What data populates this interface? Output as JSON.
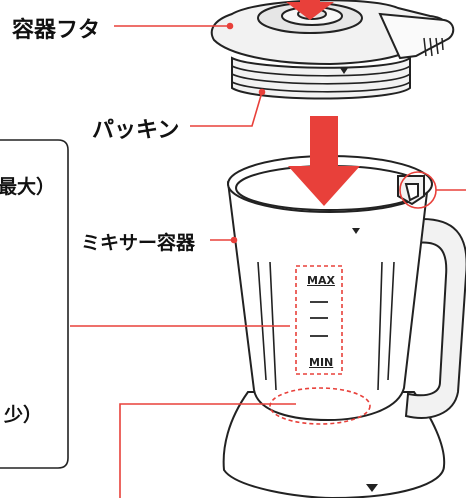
{
  "labels": {
    "lid": "容器フタ",
    "gasket": "パッキン",
    "jar": "ミキサー容器",
    "left_top_fragment": "最大）",
    "left_bottom_fragment": "少）"
  },
  "gauge": {
    "max": "MAX",
    "min": "MIN"
  },
  "colors": {
    "line": "#222222",
    "callout": "#e8403a",
    "arrow": "#e8403a",
    "fill_lid": "#f2f2f2",
    "fill_jar": "#ffffff"
  }
}
